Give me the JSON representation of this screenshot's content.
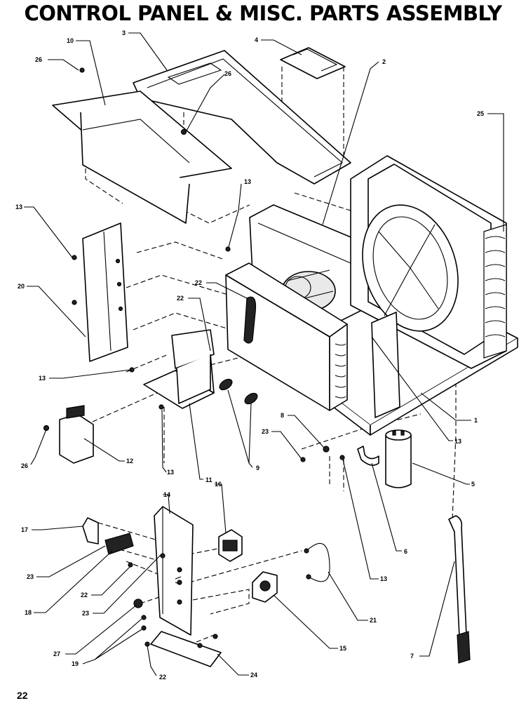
{
  "title": "CONTROL PANEL & MISC. PARTS ASSEMBLY",
  "page_number": "22",
  "callouts": [
    "1",
    "2",
    "3",
    "4",
    "5",
    "6",
    "7",
    "8",
    "9",
    "10",
    "11",
    "12",
    "13",
    "14",
    "15",
    "16",
    "17",
    "18",
    "19",
    "20",
    "21",
    "22",
    "23",
    "24",
    "25",
    "26",
    "27"
  ]
}
